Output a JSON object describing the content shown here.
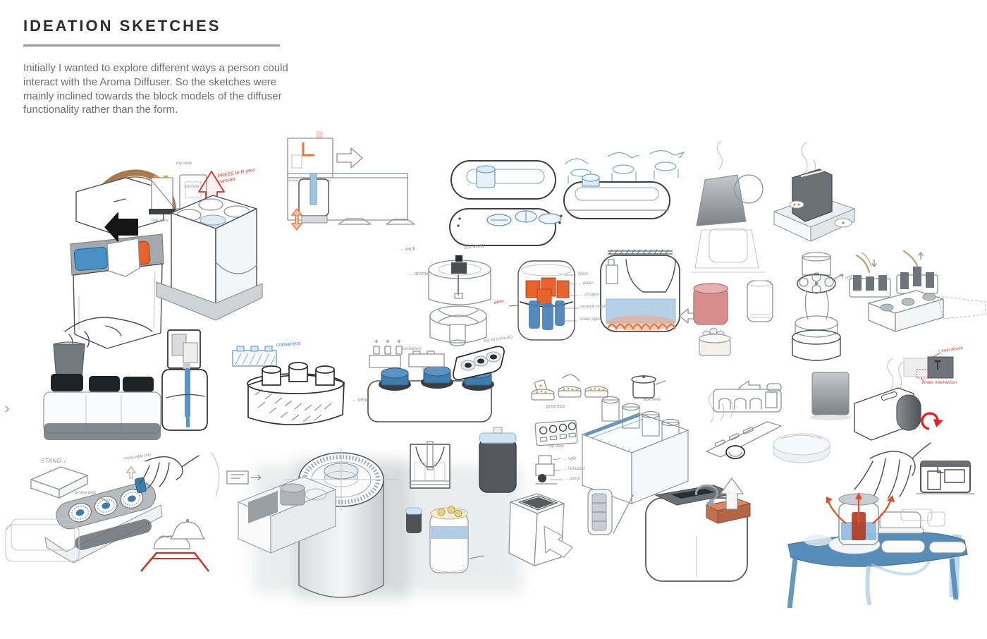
{
  "header": {
    "title": "IDEATION  SKETCHES",
    "description": "Initially I wanted to explore different ways a person could interact with the Aroma Diffuser. So the sketches were mainly inclined towards the block models of the diffuser functionality rather than the form."
  },
  "colors": {
    "title_text": "#2d2d2d",
    "body_text": "#6f6f6f",
    "divider": "#9b9b9b",
    "pencil_gray": "#8d9296",
    "ink_red": "#d0342c",
    "ink_blue": "#4a7fb5",
    "accent_blue": "#3f7cac",
    "accent_orange": "#e8622d",
    "leather_brown": "#a97a4f",
    "table_blue": "#4a86b4",
    "heater_glow": "#e8743a",
    "pink_canister": "#d98e8e"
  },
  "annotations": {
    "top_view_canister": "top view",
    "canister_screen": "canister",
    "side_view_canister": "side view",
    "press_to_fit": "PRESS to fit your canister",
    "wick": "→ wick",
    "aroma": "→ aroma",
    "cut_away": "cut away",
    "containers_blue": "→ containers",
    "containers_small": "containers",
    "top_lid_circular": "top lid (circular)",
    "side_view_bricks": "side view",
    "vent": "→ vent",
    "stand": "STAND ↓",
    "aroma_wick": "aroma wick",
    "retractable_lids": "retractable lids",
    "process": "process",
    "side_view_pot": "side view",
    "top_view_panel": "top view",
    "refill": "→ refill",
    "nebulizer": "→ nebulizer",
    "pump": "→ pump",
    "filters": "filters",
    "water": "→ water",
    "oil_pipes": "→ oil pipes",
    "ceramic_mesh": "ceramic mesh",
    "water_pipes": "water pipes",
    "wicks_red": "wicks",
    "refills": "refills",
    "heat_device": "+ heat device",
    "timber_mechanism": "timber mechanism"
  }
}
